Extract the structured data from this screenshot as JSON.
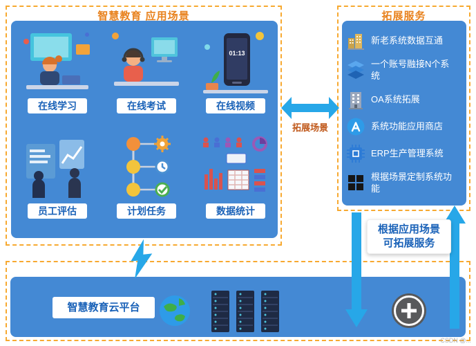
{
  "left_panel": {
    "title": "智慧教育 应用场景",
    "items": [
      {
        "label": "在线学习",
        "icon": "online-learning-illustration"
      },
      {
        "label": "在线考试",
        "icon": "online-exam-illustration"
      },
      {
        "label": "在线视频",
        "icon": "online-video-illustration",
        "screen_text": "01:13"
      },
      {
        "label": "员工评估",
        "icon": "employee-evaluation-illustration"
      },
      {
        "label": "计划任务",
        "icon": "planned-tasks-illustration"
      },
      {
        "label": "数据统计",
        "icon": "data-statistics-illustration"
      }
    ]
  },
  "right_panel": {
    "title": "拓展服务",
    "items": [
      {
        "label": "新老系统数据互通",
        "icon": "buildings-icon"
      },
      {
        "label": "一个账号融接N个系统",
        "icon": "layers-icon"
      },
      {
        "label": "OA系统拓展",
        "icon": "office-building-icon"
      },
      {
        "label": "系统功能应用商店",
        "icon": "app-store-icon"
      },
      {
        "label": "ERP生产管理系统",
        "icon": "cpu-chip-icon"
      },
      {
        "label": "根据场景定制系统功能",
        "icon": "grid-squares-icon"
      }
    ]
  },
  "connector": {
    "label": "拓展场景"
  },
  "note": {
    "line1": "根据应用场景",
    "line2": "可拓展服务"
  },
  "bottom_panel": {
    "platform_label": "智慧教育云平台"
  },
  "watermark": "CSDN @...",
  "colors": {
    "accent_orange": "#E8821E",
    "dashed_border": "#F7A930",
    "panel_blue": "#4489D4",
    "arrow_blue": "#27A7E8",
    "label_blue": "#1A62B8"
  }
}
